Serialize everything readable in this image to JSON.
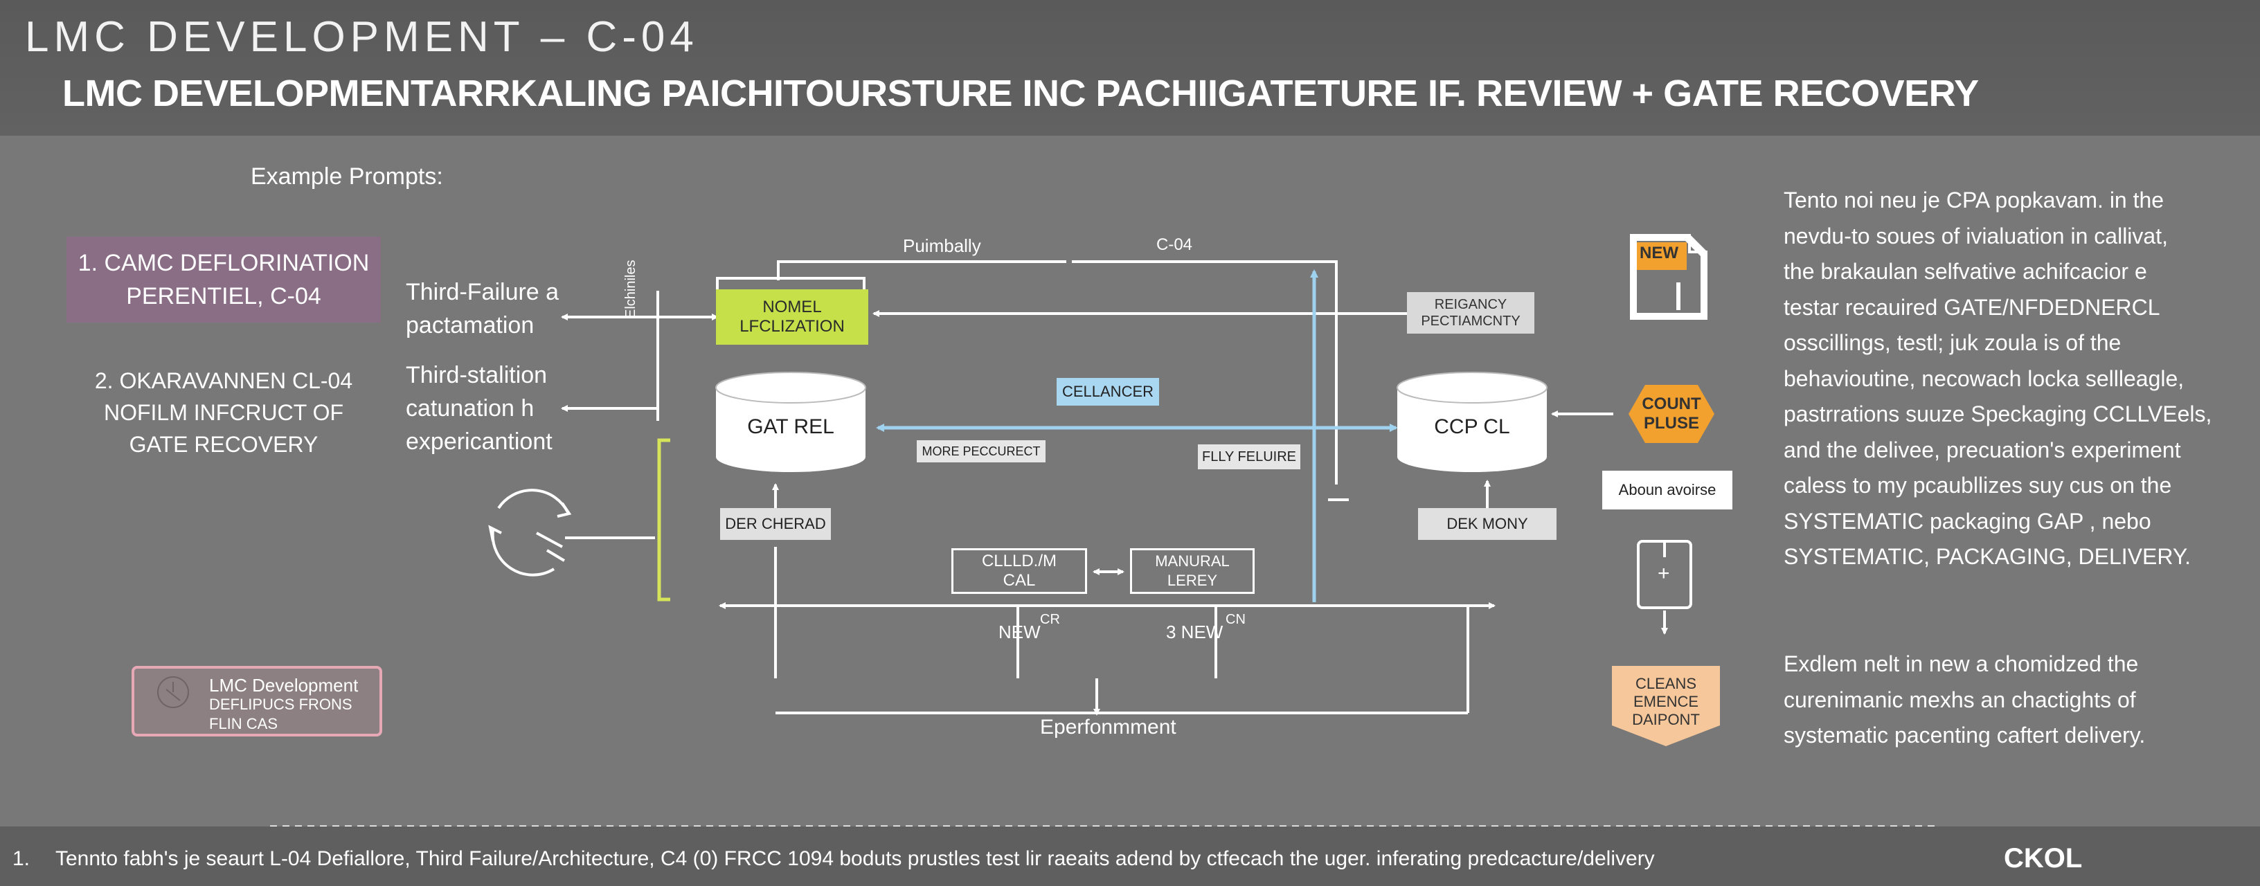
{
  "header": {
    "title": "LMC DEVELOPMENT – C-04",
    "subtitle": "LMC DEVELOPMENTARRKALING PAICHITOURSTURE INC PACHIIGATETURE IF. REVIEW + GATE RECOVERY"
  },
  "prompts": {
    "label": "Example Prompts:",
    "item1_line1": "1. CAMC DEFLORINATION",
    "item1_line2": "PERENTIEL, C-04",
    "item2_line1": "2. OKARAVANNEN CL-04",
    "item2_line2": "NOFILM INFCRUCT OF",
    "item2_line3": "GATE RECOVERY"
  },
  "left_notes": {
    "note1_line1": "Third-Failure a",
    "note1_line2": "pactamation",
    "note2_line1": "Third-stalition",
    "note2_line2": "catunation h",
    "note2_line3": "expericantiont",
    "vertical_label": "Elchiniles"
  },
  "legend": {
    "line1": "LMC Development",
    "line2": "DEFLIPUCS FRONS",
    "line3": "FLIN CAS"
  },
  "diagram": {
    "top_label_left": "Puimbally",
    "top_label_right": "C-04",
    "nomel_line1": "NOMEL",
    "nomel_line2": "LFCLIZATION",
    "regiancy_line1": "REIGANCY",
    "regiancy_line2": "PECTIAMCNTY",
    "cyl_left": "GAT REL",
    "cyl_right": "CCP CL",
    "cellancer": "CELLANCER",
    "more_pec": "MORE PECCURECT",
    "fly_feluire": "FLLY FELUIRE",
    "der_cherad": "DER CHERAD",
    "dek_mony": "DEK MONY",
    "clld_line1": "CLLLD./M",
    "clld_line2": "CAL",
    "manual_line1": "MANURAL",
    "manual_line2": "LEREY",
    "new1": "NEW",
    "new1_sup": "CR",
    "new2": "3 NEW",
    "new2_sup": "CN",
    "eperformment": "Eperfonmment"
  },
  "side": {
    "new_badge": "NEW",
    "count_line1": "COUNT",
    "count_line2": "PLUSE",
    "aboun": "Aboun avoirse",
    "plus": "+",
    "cleans_line1": "CLEANS",
    "cleans_line2": "EMENCE",
    "cleans_line3": "DAIPONT"
  },
  "right_text": {
    "p1": [
      "Tento noi neu je CPA popkavam. in the",
      "nevdu-to soues of ivialuation in callivat,",
      "the brakaulan selfvative achifcacior e",
      "testar recauired GATE/NFDEDNERCL",
      "osscillings, testl; juk zoula is of the",
      "behavioutine, necowach locka sellleagle,",
      "pastrrations suuze Speckaging CCLLVEels,",
      "and the delivee, precuation's experiment",
      "caless to my pcaubllizes suy cus on the",
      "SYSTEMATIC packaging GAP ,  nebo",
      "SYSTEMATIC, PACKAGING, DELIVERY."
    ],
    "p2": [
      "Exdlem nelt in new a chomidzed the",
      "curenimanic mexhs an chactights of",
      "systematic pacenting caftert delivery."
    ]
  },
  "footer": {
    "number": "1.",
    "text": "Tennto fabh's je seaurt L-04 Defiallore, Third Failure/Architecture, C4 (0) FRCC 1094 boduts prustles test lir raeaits adend by ctfecach the uger. inferating predcacture/delivery",
    "brand": "CKOL"
  },
  "colors": {
    "background": "#787878",
    "header": "#5e5e5e",
    "prompt_box": "#8a6e86",
    "nomel_green": "#c6e04a",
    "cellancer_blue": "#a9d6f0",
    "count_orange": "#f3a12e",
    "cleans_peach": "#f5c79a",
    "legend_pink": "#e7a8b6",
    "bracket_yellow": "#d6e45a",
    "arrow_blue": "#9fd2ee"
  }
}
